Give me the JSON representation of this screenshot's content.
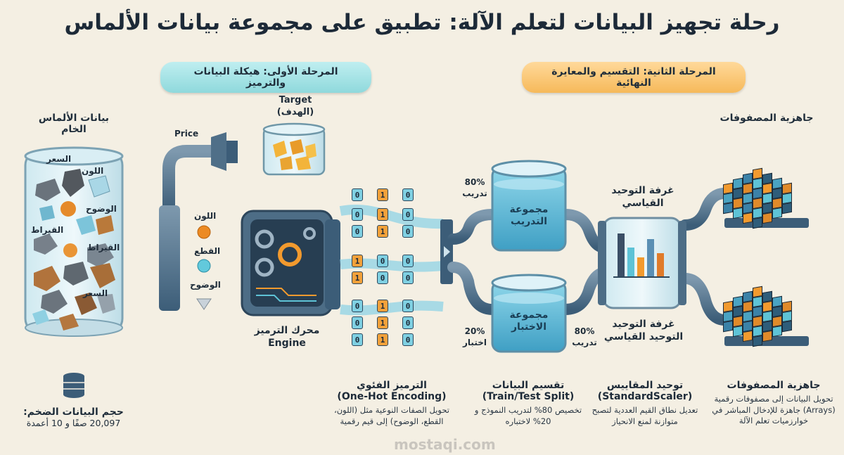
{
  "title": "رحلة تجهيز البيانات لتعلم الآلة: تطبيق على مجموعة بيانات الألماس",
  "phases": {
    "phase1": "المرحلة الأولى: هيكلة البيانات والترميز",
    "phase2": "المرحلة الثانية: التقسيم والمعايرة النهائية"
  },
  "raw_data": {
    "title_line1": "بيانات الألماس",
    "title_line2": "الخام",
    "labels": [
      "السعر",
      "اللون",
      "الوضوح",
      "القيراط",
      "القيراط",
      "السعر"
    ]
  },
  "dataset_size": {
    "title": "حجم البيانات الضخم:",
    "value": "20,097 صفًا و 10 أعمدة"
  },
  "pipes": {
    "price": "Price",
    "target_en": "Target",
    "target_ar": "(الهدف)",
    "color": "اللون",
    "cut": "القطع",
    "clarity": "الوضوح"
  },
  "engine": {
    "label_ar": "محرك الترميز",
    "label_en": "Engine"
  },
  "encoding": {
    "bits_top": [
      "0",
      "1",
      "0"
    ],
    "bits_bottom": [
      "0",
      "1",
      "0"
    ],
    "rows": [
      [
        "0",
        "1",
        "0",
        "1",
        "0"
      ],
      [
        "0",
        "1",
        "0",
        "1",
        "0"
      ],
      [
        "1",
        "0",
        "0",
        "1",
        "0"
      ],
      [
        "1",
        "0",
        "0",
        "1",
        "0"
      ],
      [
        "0",
        "1",
        "0",
        "1",
        "0"
      ],
      [
        "0",
        "1",
        "0",
        "1",
        "0"
      ]
    ]
  },
  "split": {
    "train_pct": "80%",
    "train_word": "تدريب",
    "train_tank": "مجموعة التدريب",
    "test_tank": "مجموعة الاختبار",
    "test_pct": "20%",
    "test_word": "اختبار",
    "test_right_pct": "80%",
    "test_right_word": "تدريب"
  },
  "scaler": {
    "top_label": "غرفة التوحيد القياسي",
    "bottom_label": "غرفة التوحيد التوحيد القياسي"
  },
  "arrays": {
    "top_label": "جاهزية المصفوفات"
  },
  "captions": [
    {
      "title": "جاهزية المصفوفات",
      "desc": "تحويل البيانات إلى مصفوفات رقمية (Arrays) جاهزة للإدخال المباشر في خوارزميات تعلم الآلة"
    },
    {
      "title": "توحيد المقاييس",
      "subtitle": "(StandardScaler)",
      "desc": "تعديل نطاق القيم العددية لتصبح متوازنة لمنع الانحياز"
    },
    {
      "title": "تقسيم البيانات",
      "subtitle": "(Train/Test Split)",
      "desc": "تخصيص 80% لتدريب النموذج و 20% لاختباره"
    },
    {
      "title": "الترميز الفئوي",
      "subtitle": "(One-Hot Encoding)",
      "desc": "تحويل الصفات النوعية مثل (اللون، القطع، الوضوح) إلى قيم رقمية"
    }
  ],
  "watermark": "mostaqi.com",
  "colors": {
    "pipe": "#3c5d78",
    "cyan": "#5ec3d6",
    "orange": "#f2a13a",
    "navy": "#1d2a38"
  }
}
